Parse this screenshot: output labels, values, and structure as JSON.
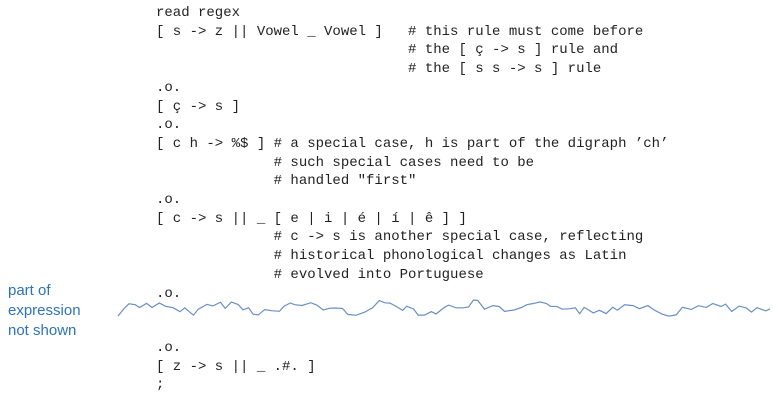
{
  "code": {
    "lines": [
      "read regex",
      "[ s -> z || Vowel _ Vowel ]   # this rule must come before",
      "                              # the [ ç -> s ] rule and",
      "                              # the [ s s -> s ] rule",
      ".o.",
      "[ ç -> s ]",
      ".o.",
      "[ c h -> %$ ] # a special case, h is part of the digraph ’ch’",
      "              # such special cases need to be",
      "              # handled \"first\"",
      ".o.",
      "[ c -> s || _ [ e | i | é | í | ê ] ]",
      "              # c -> s is another special case, reflecting",
      "              # historical phonological changes as Latin",
      "              # evolved into Portuguese",
      ".o."
    ],
    "tail_lines": [
      ".o.",
      "[ z -> s || _ .#. ]",
      ";"
    ]
  },
  "annotation": {
    "text": "part of expression not shown",
    "color": "#2e74b5"
  },
  "break_line": {
    "color": "#6b8fc4"
  }
}
